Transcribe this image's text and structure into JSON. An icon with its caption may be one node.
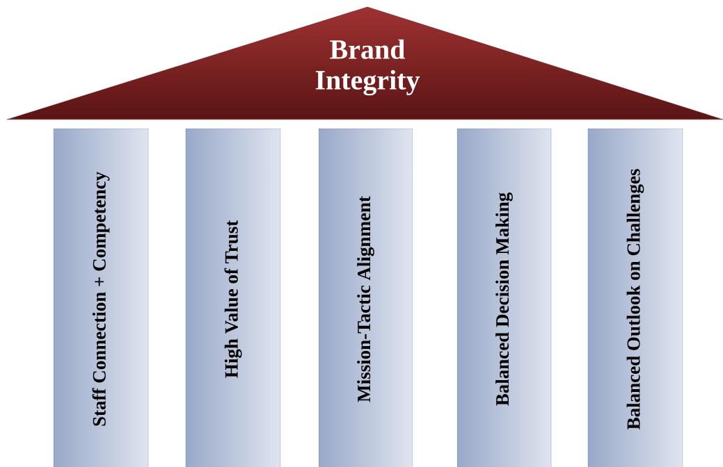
{
  "diagram": {
    "nodes": [
      {
        "text": [
          "Brand Integrity"
        ]
      },
      {
        "text": [
          "Staff Connection + Competency"
        ]
      },
      {
        "text": [
          "High Value of Trust"
        ]
      },
      {
        "text": [
          "Mission-Tactic Alignment"
        ]
      },
      {
        "text": [
          "Balanced Decision Making"
        ]
      },
      {
        "text": [
          "Balanced Outlook on Challenges"
        ]
      }
    ]
  }
}
